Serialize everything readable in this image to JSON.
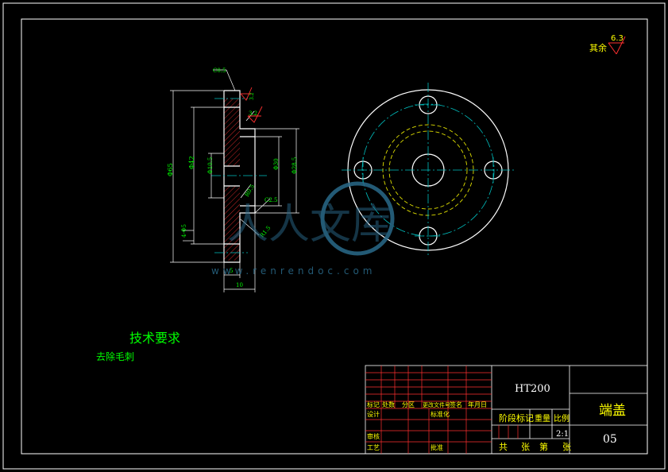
{
  "annotations": {
    "roughness_label": "其余",
    "roughness_value": "6.3",
    "chamfer_top": "C0.5",
    "roughness_a": "3.2",
    "roughness_b": "3.2",
    "dim_phi65": "Φ65",
    "dim_phi42": "Φ42",
    "dim_phi10_5": "Φ10.5",
    "dim_phi30": "Φ30",
    "dim_phi28_5": "Φ28.5",
    "dim_r0_5": "R0.5",
    "dim_c2_5": "C2.5",
    "dim_4phi5": "4-Φ5",
    "dim_r1_5": "R1.5",
    "dim_5": "5",
    "dim_10": "10"
  },
  "tech": {
    "title": "技术要求",
    "items": [
      "去除毛刺"
    ]
  },
  "watermark": {
    "logo_text": "人人文库",
    "url": "www.renrendoc.com"
  },
  "title_block": {
    "material": "HT200",
    "part_name": "端盖",
    "drawing_no": "05",
    "scale": "2:1",
    "header_labels": [
      "标记",
      "处数",
      "分区",
      "更改文件号",
      "签名",
      "年月日"
    ],
    "row_design": "设计",
    "row_standard": "标准化",
    "row_review": "审核",
    "row_process": "工艺",
    "row_approve": "批准",
    "stage_label": "阶段标记",
    "weight_label": "重量",
    "scale_label": "比例",
    "sheets_total": "共",
    "sheets_unit": "张",
    "sheet_no": "第",
    "sheet_unit": "张"
  }
}
